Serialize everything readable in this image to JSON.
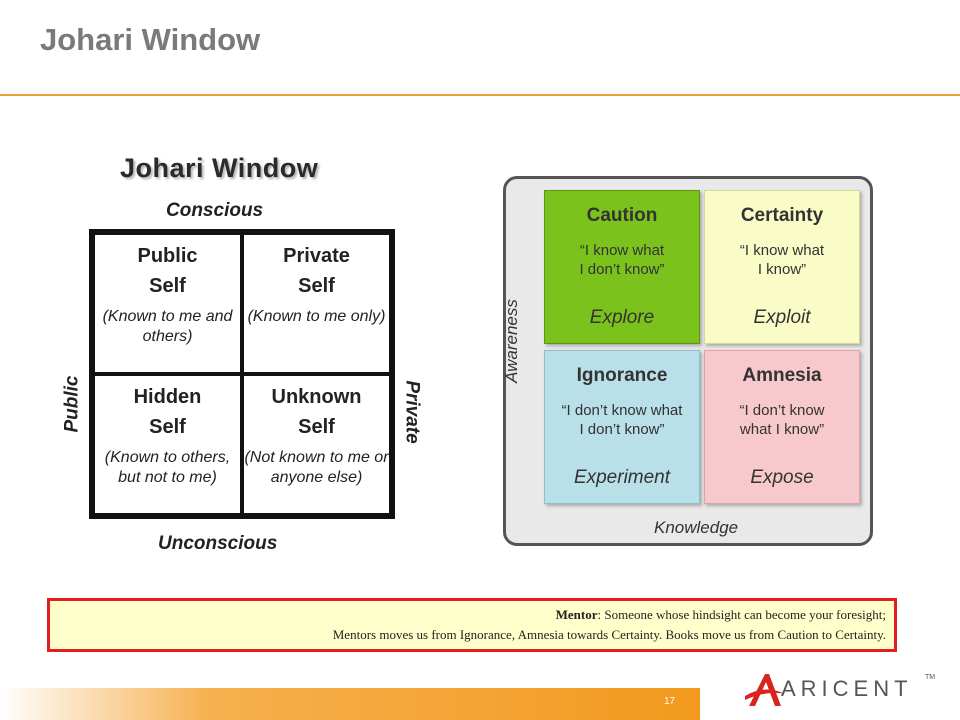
{
  "slide": {
    "title": "Johari Window",
    "page_number": "17"
  },
  "johari": {
    "heading": "Johari Window",
    "axes": {
      "top": "Conscious",
      "bottom": "Unconscious",
      "left": "Public",
      "right": "Private"
    },
    "cells": [
      {
        "t1": "Public",
        "t2": "Self",
        "desc": "(Known to me and others)"
      },
      {
        "t1": "Private",
        "t2": "Self",
        "desc": "(Known to me only)"
      },
      {
        "t1": "Hidden",
        "t2": "Self",
        "desc": "(Known to others, but not to me)"
      },
      {
        "t1": "Unknown",
        "t2": "Self",
        "desc": "(Not known to me or anyone else)"
      }
    ]
  },
  "matrix": {
    "y_axis": "Awareness",
    "x_axis": "Knowledge",
    "quadrants": [
      {
        "title": "Caution",
        "quote": "“I know what\nI don’t know”",
        "verb": "Explore",
        "color": "#7cc21d"
      },
      {
        "title": "Certainty",
        "quote": "“I know what\nI know”",
        "verb": "Exploit",
        "color": "#fafcc8"
      },
      {
        "title": "Ignorance",
        "quote": "“I don’t know what\nI don’t know”",
        "verb": "Experiment",
        "color": "#b9dfe8"
      },
      {
        "title": "Amnesia",
        "quote": "“I don’t know\nwhat I know”",
        "verb": "Expose",
        "color": "#f8c9cc"
      }
    ]
  },
  "mentor": {
    "label": "Mentor",
    "line1": ": Someone whose hindsight can become your foresight;",
    "line2": "Mentors moves us from Ignorance, Amnesia towards Certainty. Books move us from Caution to Certainty."
  },
  "brand": {
    "name": "ARICENT",
    "tm": "TM",
    "accent": "#f19a1d"
  }
}
